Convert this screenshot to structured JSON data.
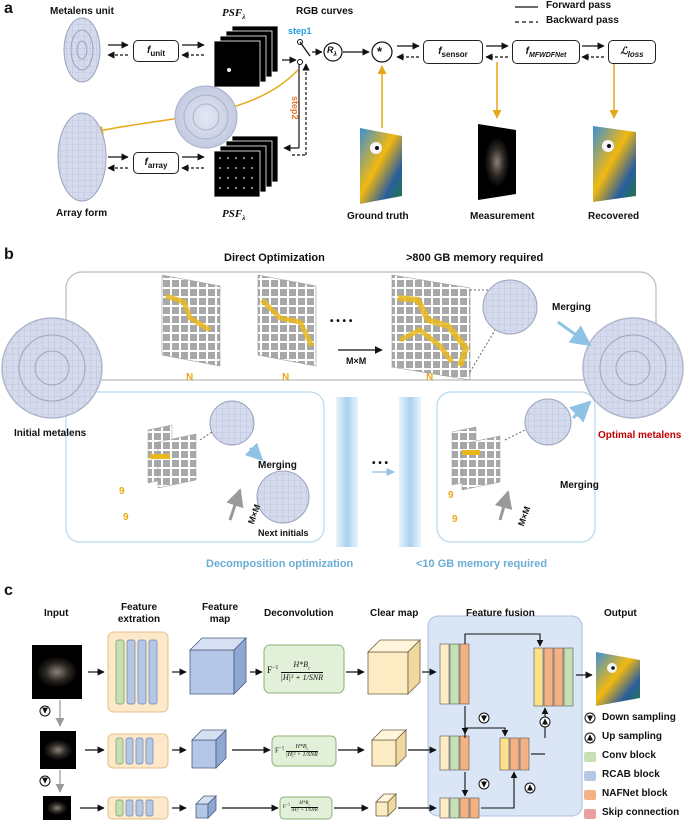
{
  "panel_a": {
    "letter": "a",
    "metalens_unit": "Metalens unit",
    "f_unit": "f",
    "f_unit_sub": "unit",
    "psf_top": "PSF",
    "psf_sub": "λ",
    "rgb_curves": "RGB curves",
    "step1": "step1",
    "step2": "step2",
    "r_lambda": "R",
    "r_sub": "λ",
    "conv_symbol": "*",
    "f_sensor": "f",
    "f_sensor_sub": "sensor",
    "f_mfwdf": "f",
    "f_mfwdf_sub": "MFWDFNet",
    "l_loss": "ℒ",
    "l_loss_sub": "loss",
    "forward_pass": "Forward pass",
    "backward_pass": "Backward pass",
    "array_form": "Array form",
    "f_array": "f",
    "f_array_sub": "array",
    "psf_bottom": "PSF",
    "ground_truth": "Ground truth",
    "measurement": "Measurement",
    "recovered": "Recovered"
  },
  "panel_b": {
    "letter": "b",
    "direct_optimization": "Direct Optimization",
    "memory_800": ">800 GB memory required",
    "n1": "N",
    "n2": "N",
    "n3": "N",
    "dots_top": "• • • •",
    "mxm_top": "M×M",
    "merging_top": "Merging",
    "initial_metalens": "Initial metalens",
    "optimal_metalens": "Optimal metalens",
    "merging_left": "Merging",
    "next_initials": "Next initials",
    "nine_a": "9",
    "nine_b": "9",
    "mxm_left": "M×M",
    "dots_mid": "• • •",
    "merging_right": "Merging",
    "nine_c": "9",
    "nine_d": "9",
    "mxm_right": "M×M",
    "decomposition": "Decomposition optimization",
    "memory_10": "<10 GB memory required"
  },
  "panel_c": {
    "letter": "c",
    "headers": [
      "Input",
      "Feature extration",
      "Feature map",
      "Deconvolution",
      "Clear map",
      "Feature fusion",
      "Output"
    ],
    "legend": [
      "Down sampling",
      "Up sampling",
      "Conv block",
      "RCAB block",
      "NAFNet block",
      "Skip connection"
    ],
    "formula_prefix": "F",
    "formula_sup": "−1",
    "formula_num": "H*B",
    "formula_num_sub": "c",
    "formula_den": "|H|² + 1/SNR"
  },
  "colors": {
    "gold": "#e6a817",
    "light_blue": "#6aaed6",
    "dark_red": "#c00000",
    "conv_green": "#c6e0b4",
    "rcab_blue": "#b4c7e7",
    "nafnet_orange": "#f4b183",
    "skip_pink": "#e8a0a0",
    "fusion_bg": "#dae6f5",
    "extract_bg": "#fde9c9",
    "deconv_bg": "#e2f0d9"
  }
}
